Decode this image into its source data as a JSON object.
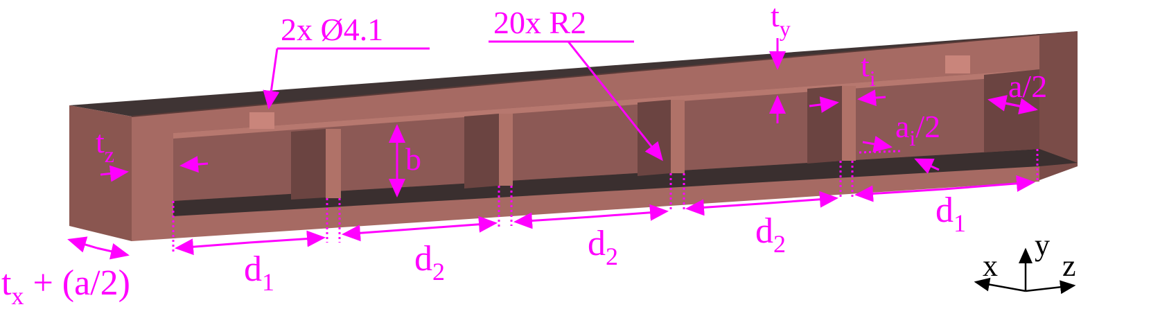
{
  "labels": {
    "holes": "2x Ø4.1",
    "radii": "20x R2",
    "ty_main": "t",
    "ty_sub": "y",
    "ti_main": "t",
    "ti_sub": "i",
    "a_half": "a/2",
    "ai_main": "a",
    "ai_sub": "i",
    "ai_tail": "/2",
    "tz_main": "t",
    "tz_sub": "z",
    "b": "b",
    "d1": "d",
    "d1_sub": "1",
    "d2": "d",
    "d2_sub": "2",
    "tx_main": "t",
    "tx_sub": "x",
    "tx_tail": " + (a/2)"
  },
  "axes": {
    "x": "x",
    "y": "y",
    "z": "z"
  },
  "colors": {
    "annotation": "#ff00ff",
    "body": "#a66a63",
    "body_dark": "#6b4441",
    "top_face": "#3f3434",
    "cavity": "#8c5955",
    "floor": "#3a2f2f"
  }
}
